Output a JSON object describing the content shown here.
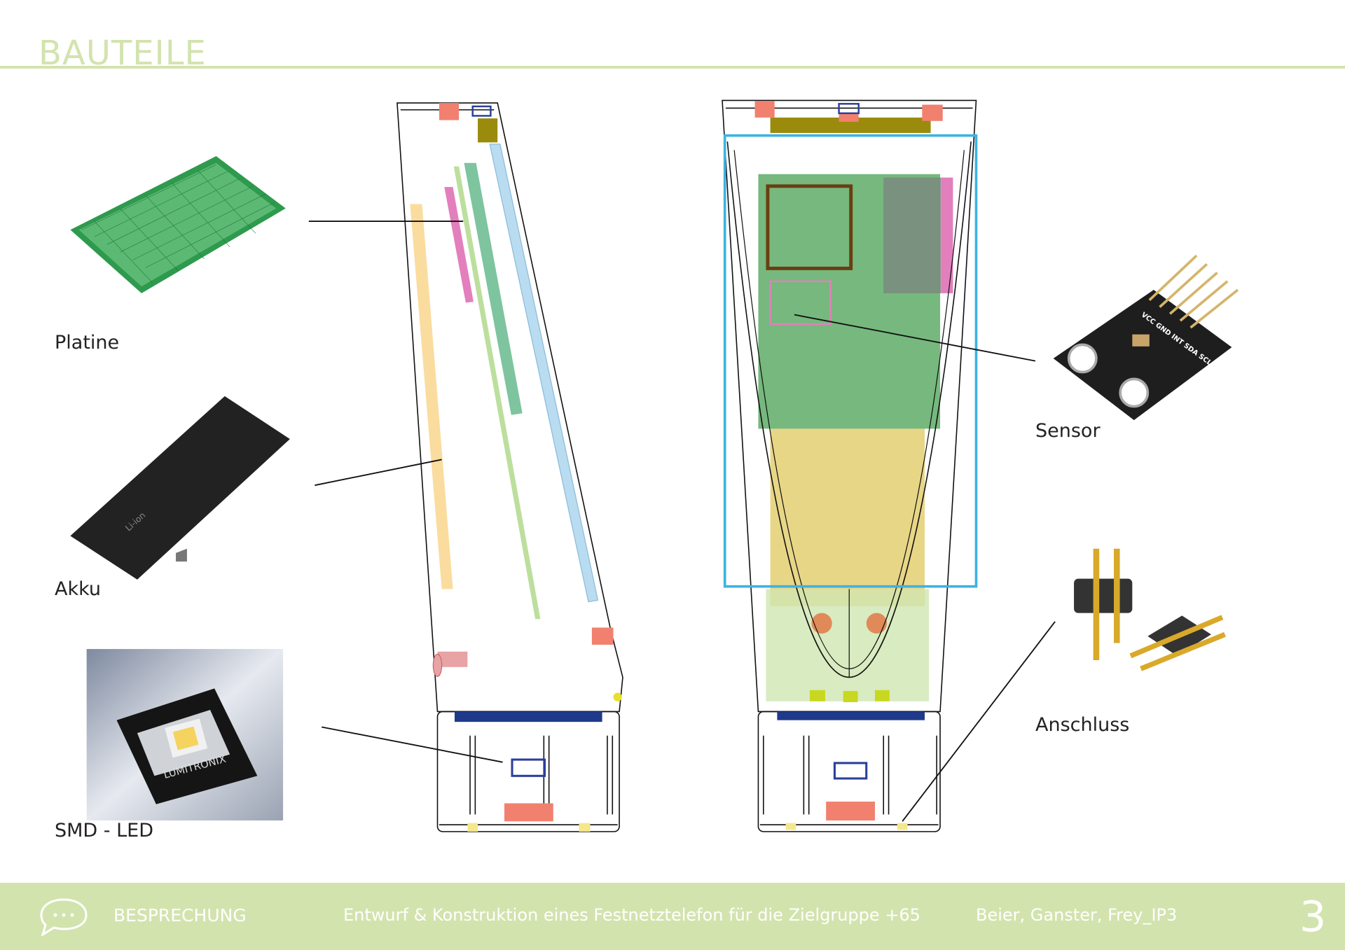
{
  "header": {
    "title": "BAUTEILE"
  },
  "components": [
    {
      "label": "Platine",
      "icon": "circuit-board"
    },
    {
      "label": "Akku",
      "icon": "battery"
    },
    {
      "label": "SMD - LED",
      "icon": "led",
      "brand": "LUMITRONIX"
    },
    {
      "label": "Sensor",
      "icon": "sensor-module",
      "pins": "VCC GND INT SDA SCL"
    },
    {
      "label": "Anschluss",
      "icon": "pogo-pin-connector"
    }
  ],
  "footer": {
    "section": "BESPRECHUNG",
    "project": "Entwurf & Konstruktion eines Festnetztelefon für die Zielgruppe +65",
    "authors": "Beier, Ganster, Frey_IP3",
    "page": "3"
  },
  "colors": {
    "accent": "#d3e3ae"
  }
}
